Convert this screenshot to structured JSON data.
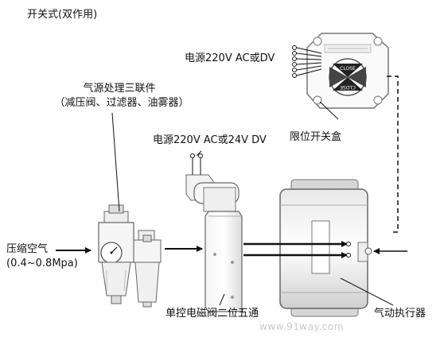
{
  "labels": {
    "title": "开关式(双作用)",
    "frl_line1": "气源处理三联件",
    "frl_line2": "（减压阀、过滤器、油雾器）",
    "limit_power": "电源220V AC或DV",
    "valve_power": "电源220V AC或24V DV",
    "limit_box": "限位开关盒",
    "air_line1": "压缩空气",
    "air_line2": "(0.4~0.8Mpa)",
    "solenoid": "单控电磁阀二位五通",
    "actuator": "气动执行器",
    "watermark": "www.91way.com"
  },
  "device_text": {
    "close_top": "CLOSE",
    "close_bottom": "CLOSE"
  },
  "colors": {
    "line": "#111111",
    "device_gray": "#777777",
    "light_gray": "#d9d9d9",
    "body_gray": "#bdbdbd"
  }
}
